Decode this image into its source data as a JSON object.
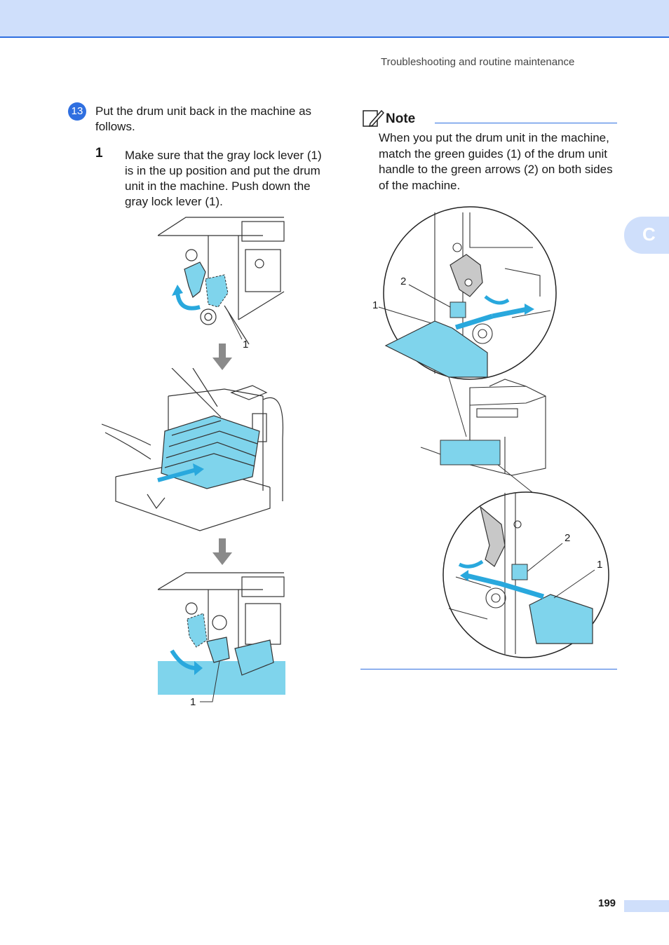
{
  "header": {
    "section_title": "Troubleshooting and routine maintenance"
  },
  "side_tab": {
    "label": "C"
  },
  "step": {
    "number": "13",
    "text": "Put the drum unit back in the machine as follows.",
    "sub_step": {
      "number": "1",
      "text": "Make sure that the gray lock lever (1) is in the up position and put the drum unit in the machine. Push down the gray lock lever (1)."
    }
  },
  "figures": {
    "lever_up_callout": "1",
    "lever_down_callout": "1",
    "guide_top_callout_2": "2",
    "guide_top_callout_1": "1",
    "guide_bottom_callout_2": "2",
    "guide_bottom_callout_1": "1"
  },
  "note": {
    "title": "Note",
    "text": "When you put the drum unit in the machine, match the green guides (1) of the drum unit handle to the green arrows (2) on both sides of the machine."
  },
  "footer": {
    "page_number": "199"
  },
  "colors": {
    "accent": "#2f6fe0",
    "band": "#cfdffb",
    "drum_blue": "#7fd4ec"
  }
}
